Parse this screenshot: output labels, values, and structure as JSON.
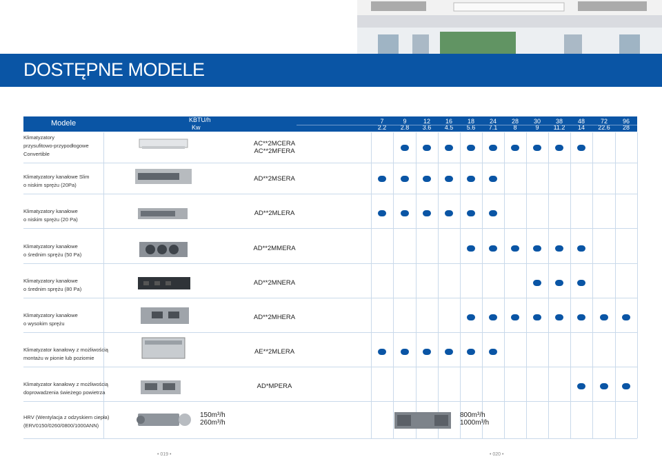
{
  "title": "DOSTĘPNE MODELE",
  "header": {
    "models_label": "Modele",
    "unit_kbtu": "KBTU/h",
    "unit_kw": "Kw",
    "kbtu": [
      "7",
      "9",
      "12",
      "16",
      "18",
      "24",
      "28",
      "30",
      "38",
      "48",
      "72",
      "96"
    ],
    "kw": [
      "2.2",
      "2.8",
      "3.6",
      "4.5",
      "5.6",
      "7.1",
      "8",
      "9",
      "11.2",
      "14",
      "22.6",
      "28"
    ]
  },
  "rows": [
    {
      "cat": [
        "Klimatyzatory",
        "przysufitowo-przypodłogowe",
        "Convertible"
      ],
      "model": [
        "AC**2MCERA",
        "AC**2MFERA"
      ],
      "dots": [
        1,
        2,
        3,
        4,
        5,
        6,
        7,
        8,
        9
      ]
    },
    {
      "cat": [
        "Klimatyzatory kanałowe Slim",
        "o niskim sprężu (20Pa)"
      ],
      "model": [
        "AD**2MSERA"
      ],
      "dots": [
        0,
        1,
        2,
        3,
        4,
        5
      ]
    },
    {
      "cat": [
        "Klimatyzatory kanałowe",
        "o niskim sprężu (20 Pa)"
      ],
      "model": [
        "AD**2MLERA"
      ],
      "dots": [
        0,
        1,
        2,
        3,
        4,
        5
      ]
    },
    {
      "cat": [
        "Klimatyzatory kanałowe",
        "o średnim sprężu (50 Pa)"
      ],
      "model": [
        "AD**2MMERA"
      ],
      "dots": [
        4,
        5,
        6,
        7,
        8,
        9
      ]
    },
    {
      "cat": [
        "Klimatyzatory kanałowe",
        "o średnim sprężu (80 Pa)"
      ],
      "model": [
        "AD**2MNERA"
      ],
      "dots": [
        7,
        8,
        9
      ]
    },
    {
      "cat": [
        "Klimatyzatory kanałowe",
        "o wysokim sprężu"
      ],
      "model": [
        "AD**2MHERA"
      ],
      "dots": [
        4,
        5,
        6,
        7,
        8,
        9,
        10,
        11
      ]
    },
    {
      "cat": [
        "Klimatyzator kanałowy z możliwością",
        "montażu w pionie lub poziomie"
      ],
      "model": [
        "AE**2MLERA"
      ],
      "dots": [
        0,
        1,
        2,
        3,
        4,
        5
      ]
    },
    {
      "cat": [
        "Klimatyzator kanałowy z możliwością",
        "doprowadzenia świeżego powietrza"
      ],
      "model": [
        "AD*MPERA"
      ],
      "dots": [
        9,
        10,
        11
      ]
    }
  ],
  "hrv": {
    "cat": [
      "HRV (Wentylacja z odzyskiem ciepła)",
      "(ERV0150/0260/0800/1000ANN)"
    ],
    "left": [
      "150m³/h",
      "260m³/h"
    ],
    "right": [
      "800m³/h",
      "1000m³/h"
    ]
  },
  "pages": [
    "• 019 •",
    "• 020 •"
  ]
}
